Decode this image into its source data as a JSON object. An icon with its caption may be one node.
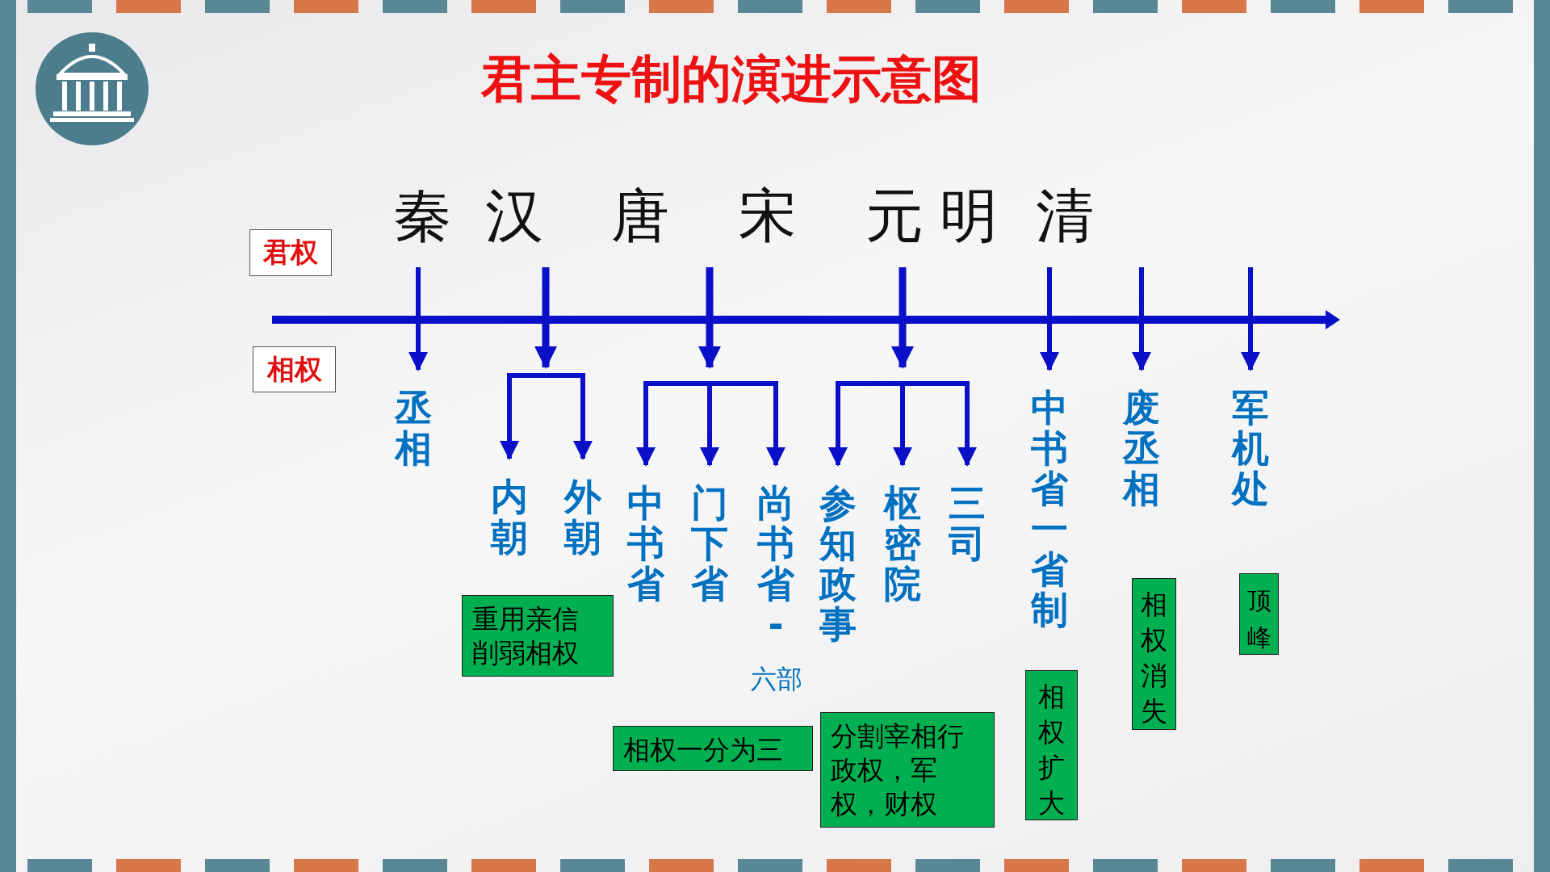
{
  "diagram": {
    "title": "君主专制的演进示意图",
    "nodes": [
      {
        "text": [
          "君权"
        ]
      },
      {
        "text": [
          "相权"
        ]
      },
      {
        "text": [
          "丞相"
        ]
      },
      {
        "text": [
          "内朝"
        ]
      },
      {
        "text": [
          "外朝"
        ]
      },
      {
        "text": [
          "中书省"
        ]
      },
      {
        "text": [
          "门下省"
        ]
      },
      {
        "text": [
          "尚书省-"
        ],
        "beside": [
          "六部"
        ]
      },
      {
        "text": [
          "参知政事"
        ]
      },
      {
        "text": [
          "枢密院"
        ]
      },
      {
        "text": [
          "三司"
        ]
      },
      {
        "text": [
          "中书省一省制"
        ]
      },
      {
        "text": [
          "废丞相"
        ]
      },
      {
        "text": [
          "军机处"
        ]
      },
      {
        "text": [
          "重用亲信削弱相权"
        ]
      },
      {
        "text": [
          "相权一分为三"
        ]
      },
      {
        "text": [
          "分割宰相行政权，军权，财权"
        ]
      },
      {
        "text": [
          "相权扩大"
        ]
      },
      {
        "text": [
          "相权消失"
        ]
      },
      {
        "text": [
          "顶峰"
        ]
      }
    ],
    "edges": [
      {
        "from": null,
        "to": 2,
        "arrow": "to"
      },
      {
        "from": null,
        "to": 3,
        "arrow": "to"
      },
      {
        "from": null,
        "to": 4,
        "arrow": "to"
      },
      {
        "from": null,
        "to": 5,
        "arrow": "to"
      },
      {
        "from": null,
        "to": 6,
        "arrow": "to"
      },
      {
        "from": null,
        "to": 7,
        "arrow": "to"
      },
      {
        "from": null,
        "to": 8,
        "arrow": "to"
      },
      {
        "from": null,
        "to": 9,
        "arrow": "to"
      },
      {
        "from": null,
        "to": 10,
        "arrow": "to"
      },
      {
        "from": null,
        "to": 11,
        "arrow": "to"
      },
      {
        "from": null,
        "to": 12,
        "arrow": "to"
      },
      {
        "from": null,
        "to": 13,
        "arrow": "to"
      }
    ],
    "labels": [
      "秦",
      "汉",
      "唐",
      "宋",
      "元",
      "明",
      "清"
    ]
  }
}
